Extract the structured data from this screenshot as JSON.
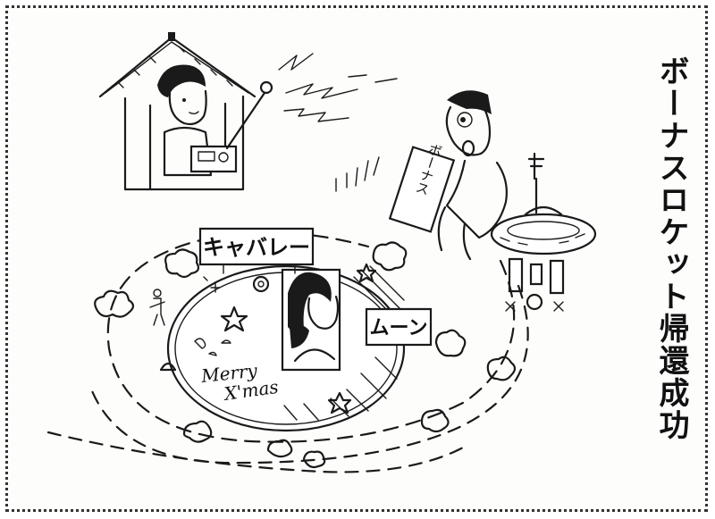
{
  "caption": "ボーナスロケット帰還成功",
  "signs": {
    "cabaret": "キャバレー",
    "moon": "ムーン",
    "rocket_label": "ボーナス"
  },
  "decorations": {
    "greeting_line1": "Merry",
    "greeting_line2": "X'mas"
  }
}
